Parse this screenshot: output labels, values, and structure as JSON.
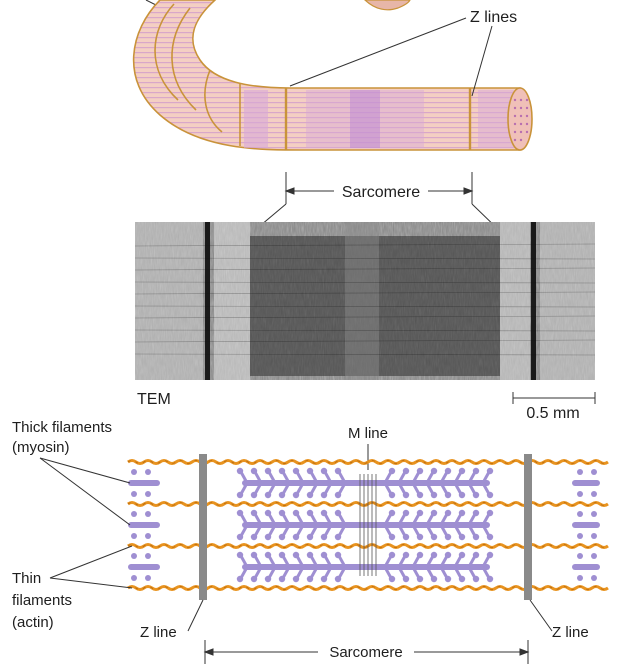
{
  "labels": {
    "z_lines_top": "Z lines",
    "sarcomere_top": "Sarcomere",
    "tem": "TEM",
    "scale_bar": "0.5 mm",
    "thick_filaments_1": "Thick filaments",
    "thick_filaments_2": "(myosin)",
    "m_line": "M line",
    "thin_filaments_1": "Thin",
    "thin_filaments_2": "filaments",
    "thin_filaments_3": "(actin)",
    "z_line_left": "Z line",
    "z_line_right": "Z line",
    "sarcomere_bottom": "Sarcomere"
  },
  "colors": {
    "fiber_fill": "#f3c6b9",
    "fiber_edge": "#c9933a",
    "a_band": "#c79ad8",
    "actin": "#e8931f",
    "myosin": "#9f8fd2",
    "z_disc": "#8a8a8a"
  }
}
